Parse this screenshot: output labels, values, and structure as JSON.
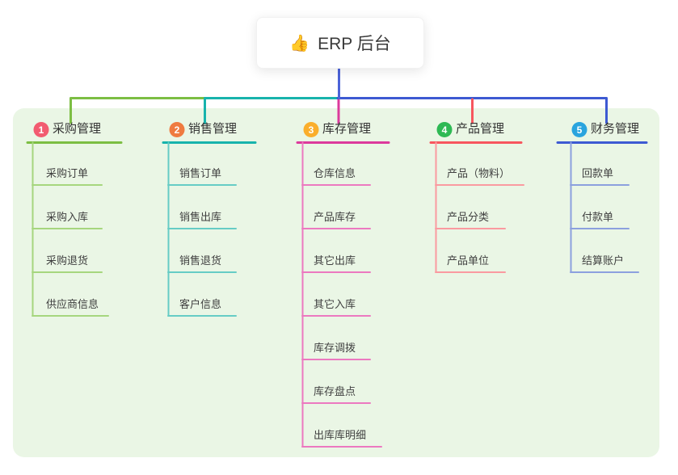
{
  "root": {
    "icon": "👍",
    "title": "ERP 后台",
    "line_color": "#4C63D8"
  },
  "panel_color": "#EAF6E5",
  "branches": [
    {
      "num": "1",
      "label": "采购管理",
      "badge_color": "#F25B70",
      "line_color": "#7CBE43",
      "child_line_color": "#A6D67E",
      "children": [
        "采购订单",
        "采购入库",
        "采购退货",
        "供应商信息"
      ]
    },
    {
      "num": "2",
      "label": "销售管理",
      "badge_color": "#EF7B40",
      "line_color": "#17B3AC",
      "child_line_color": "#66CCC5",
      "children": [
        "销售订单",
        "销售出库",
        "销售退货",
        "客户信息"
      ]
    },
    {
      "num": "3",
      "label": "库存管理",
      "badge_color": "#FAAE2C",
      "line_color": "#DC3A9C",
      "child_line_color": "#EC79C0",
      "children": [
        "仓库信息",
        "产品库存",
        "其它出库",
        "其它入库",
        "库存调拨",
        "库存盘点",
        "出库库明细"
      ]
    },
    {
      "num": "4",
      "label": "产品管理",
      "badge_color": "#2EB954",
      "line_color": "#F7565E",
      "child_line_color": "#FA9AA0",
      "children": [
        "产品（物料）",
        "产品分类",
        "产品单位"
      ]
    },
    {
      "num": "5",
      "label": "财务管理",
      "badge_color": "#2AA4DE",
      "line_color": "#3D5AD2",
      "child_line_color": "#8CA0DE",
      "children": [
        "回款单",
        "付款单",
        "结算账户"
      ]
    }
  ]
}
